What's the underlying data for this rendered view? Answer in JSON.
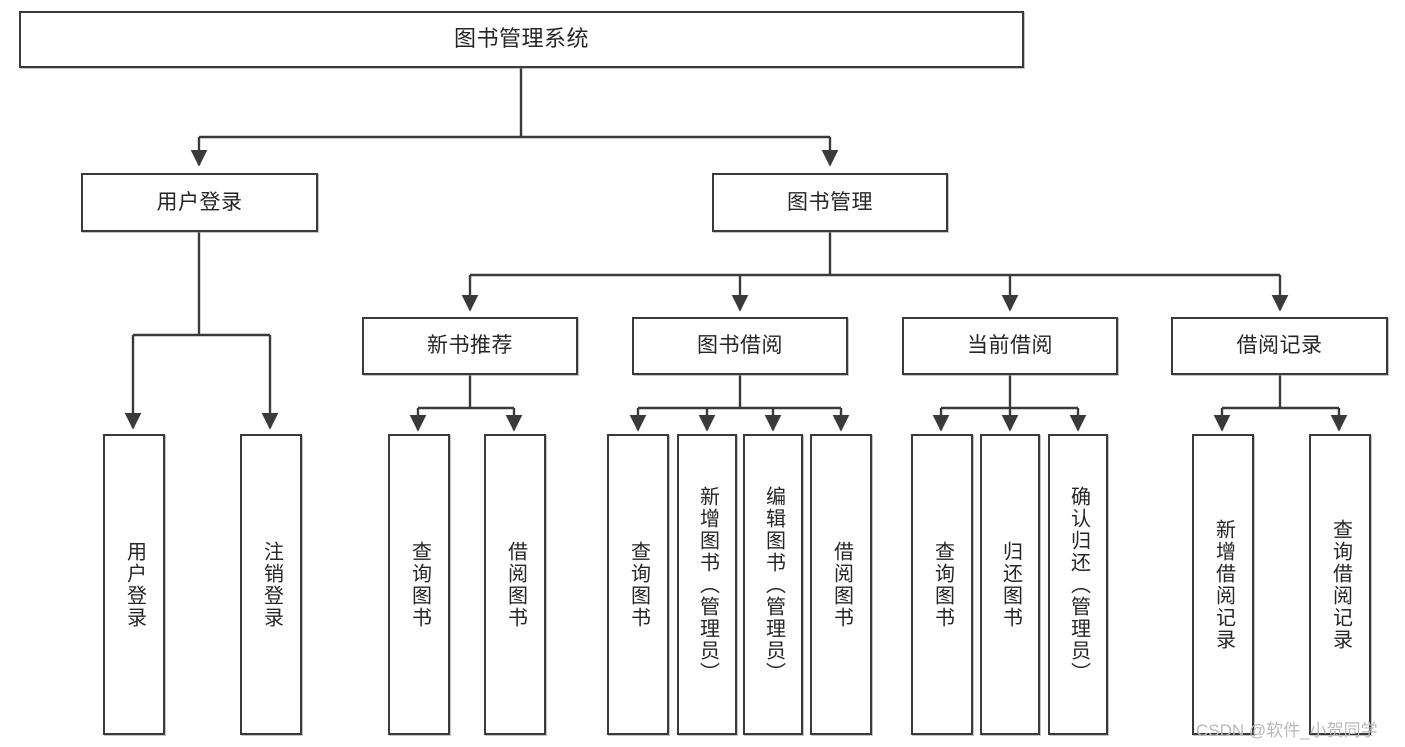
{
  "diagram": {
    "title": "图书管理系统",
    "type": "tree-hierarchy-diagram",
    "root": {
      "label": "图书管理系统"
    },
    "level2": [
      {
        "label": "用户登录"
      },
      {
        "label": "图书管理"
      }
    ],
    "level3": [
      {
        "label": "新书推荐"
      },
      {
        "label": "图书借阅"
      },
      {
        "label": "当前借阅"
      },
      {
        "label": "借阅记录"
      }
    ],
    "leaves_user_login": [
      {
        "label": "用户登录"
      },
      {
        "label": "注销登录"
      }
    ],
    "leaves_new_book": [
      {
        "label": "查询图书"
      },
      {
        "label": "借阅图书"
      }
    ],
    "leaves_borrow": [
      {
        "label": "查询图书"
      },
      {
        "label": "新增图书（管理员）"
      },
      {
        "label": "编辑图书（管理员）"
      },
      {
        "label": "借阅图书"
      }
    ],
    "leaves_current": [
      {
        "label": "查询图书"
      },
      {
        "label": "归还图书"
      },
      {
        "label": "确认归还（管理员）"
      }
    ],
    "leaves_record": [
      {
        "label": "新增借阅记录"
      },
      {
        "label": "查询借阅记录"
      }
    ]
  },
  "watermark": {
    "text": "CSDN @软件_小贺同学"
  },
  "colors": {
    "stroke": "#3a3a3a",
    "text": "#262626",
    "background": "#ffffff",
    "watermark": "#b9b9b9"
  }
}
